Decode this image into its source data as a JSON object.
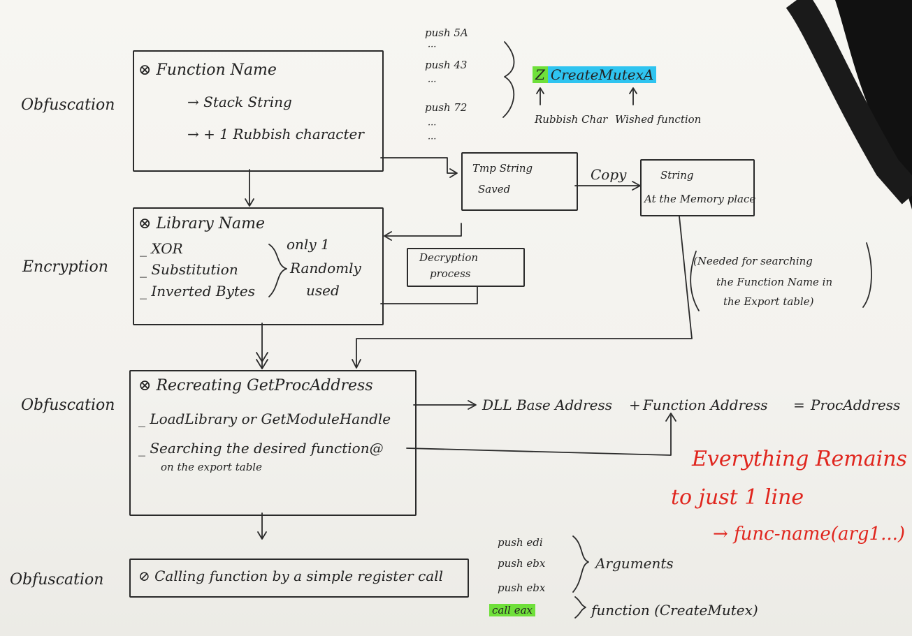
{
  "stages": {
    "obfuscation1": "Obfuscation",
    "encryption": "Encryption",
    "obfuscation2": "Obfuscation",
    "obfuscation3": "Obfuscation"
  },
  "box_function_name": {
    "title": "Function Name",
    "line1": "Stack String",
    "line2": "+ 1 Rubbish character"
  },
  "push_list": {
    "items": [
      "push 5A",
      "push 43",
      "push 72"
    ]
  },
  "mutex": {
    "rubbish_char": "Z",
    "function_text": "CreateMutexA",
    "label_rubbish": "Rubbish Char",
    "label_wished": "Wished function"
  },
  "tmp_string": {
    "line1": "Tmp String",
    "line2": "Saved"
  },
  "copy_label": "Copy",
  "string_box": {
    "line1": "String",
    "line2": "At the Memory place"
  },
  "needed_note": {
    "line1": "(Needed for searching",
    "line2": "the Function Name in",
    "line3": "the Export table)"
  },
  "library_box": {
    "title": "Library Name",
    "items": [
      "XOR",
      "Substitution",
      "Inverted Bytes"
    ],
    "note1": "only 1",
    "note2": "Randomly",
    "note3": "used"
  },
  "decryption_box": {
    "line1": "Decryption",
    "line2": "process"
  },
  "getproc_box": {
    "title": "Recreating GetProcAddress",
    "item1": "LoadLibrary or GetModuleHandle",
    "item2": "Searching the desired function@",
    "item2b": "on the export table"
  },
  "address_eq": {
    "dll": "DLL Base Address",
    "plus": "+",
    "func": "Function Address",
    "eq": "=",
    "proc": "ProcAddress"
  },
  "red_note": {
    "line1": "Everything Remains",
    "line2": "to just 1 line",
    "line3": "func-name(arg1...)"
  },
  "call_box": {
    "text": "Calling function by a simple register call"
  },
  "asm": {
    "lines": [
      "push edi",
      "push ebx",
      "push ebx"
    ],
    "call": "call eax",
    "arguments_label": "Arguments",
    "function_label": "function (CreateMutex)"
  },
  "colors": {
    "ink": "#2a2a2a",
    "red": "#e0251d",
    "blue_hl": "#2fc4f0",
    "green_hl": "#6fe03a"
  }
}
